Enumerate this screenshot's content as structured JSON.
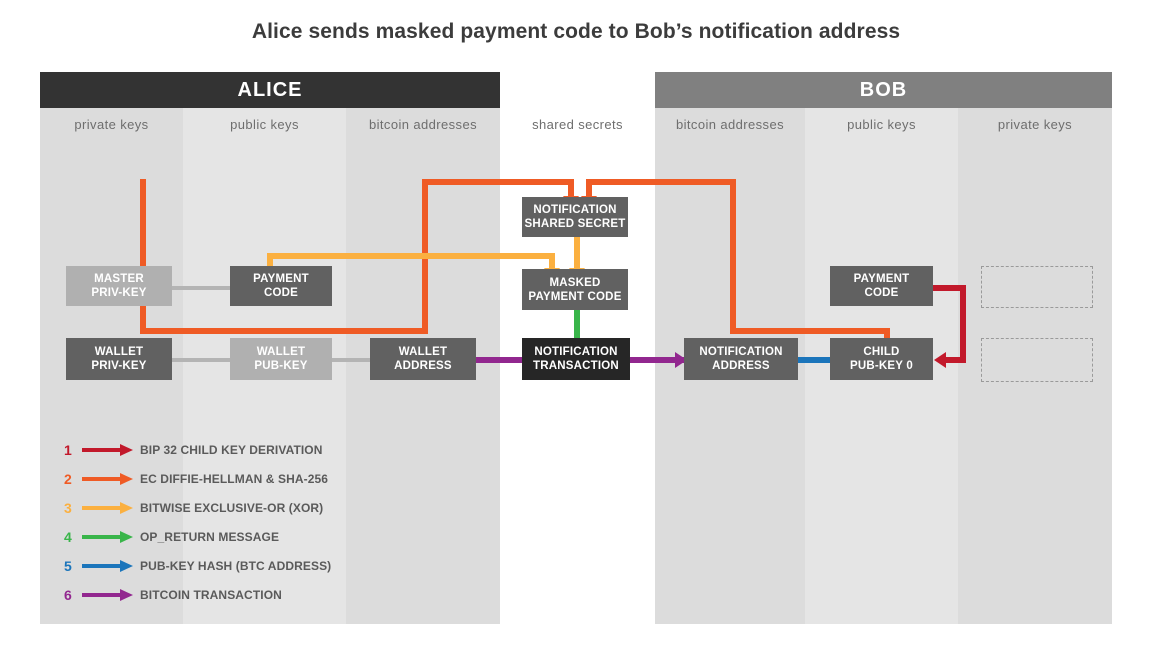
{
  "title": "Alice sends masked payment code to Bob’s notification address",
  "parties": {
    "alice": "ALICE",
    "bob": "BOB"
  },
  "columns": [
    {
      "key": "alice_private",
      "label": "private keys"
    },
    {
      "key": "alice_public",
      "label": "public keys"
    },
    {
      "key": "alice_addresses",
      "label": "bitcoin addresses"
    },
    {
      "key": "shared",
      "label": "shared secrets"
    },
    {
      "key": "bob_addresses",
      "label": "bitcoin addresses"
    },
    {
      "key": "bob_public",
      "label": "public keys"
    },
    {
      "key": "bob_private",
      "label": "private keys"
    }
  ],
  "nodes": [
    {
      "id": "alice-master-priv-key",
      "line1": "MASTER",
      "line2": "PRIV-KEY",
      "style": "pale"
    },
    {
      "id": "alice-payment-code",
      "line1": "PAYMENT",
      "line2": "CODE",
      "style": "mid"
    },
    {
      "id": "notification-shared-secret",
      "line1": "NOTIFICATION",
      "line2": "SHARED SECRET",
      "style": "mid"
    },
    {
      "id": "masked-payment-code",
      "line1": "MASKED",
      "line2": "PAYMENT CODE",
      "style": "mid"
    },
    {
      "id": "bob-payment-code",
      "line1": "PAYMENT",
      "line2": "CODE",
      "style": "mid"
    },
    {
      "id": "alice-wallet-priv-key",
      "line1": "WALLET",
      "line2": "PRIV-KEY",
      "style": "mid"
    },
    {
      "id": "alice-wallet-pub-key",
      "line1": "WALLET",
      "line2": "PUB-KEY",
      "style": "pale"
    },
    {
      "id": "alice-wallet-address",
      "line1": "WALLET",
      "line2": "ADDRESS",
      "style": "mid"
    },
    {
      "id": "notification-transaction",
      "line1": "NOTIFICATION",
      "line2": "TRANSACTION",
      "style": "black"
    },
    {
      "id": "bob-notification-address",
      "line1": "NOTIFICATION",
      "line2": "ADDRESS",
      "style": "mid"
    },
    {
      "id": "bob-child-pub-key-0",
      "line1": "CHILD",
      "line2": "PUB-KEY  0",
      "style": "mid"
    }
  ],
  "legend": [
    {
      "num": "1",
      "label": "BIP 32 CHILD KEY DERIVATION",
      "color": "#c2192b"
    },
    {
      "num": "2",
      "label": "EC DIFFIE-HELLMAN & SHA-256",
      "color": "#ef5b25"
    },
    {
      "num": "3",
      "label": "BITWISE EXCLUSIVE-OR (XOR)",
      "color": "#fbb040"
    },
    {
      "num": "4",
      "label": "OP_RETURN MESSAGE",
      "color": "#39b54a"
    },
    {
      "num": "5",
      "label": "PUB-KEY HASH (BTC ADDRESS)",
      "color": "#1b75bb"
    },
    {
      "num": "6",
      "label": "BITCOIN TRANSACTION",
      "color": "#92278f"
    }
  ],
  "colors": {
    "red": "#c2192b",
    "orange": "#ef5b25",
    "amber": "#fbb040",
    "green": "#39b54a",
    "blue": "#1b75bb",
    "purple": "#92278f",
    "node_mid": "#616161",
    "node_pale": "#b0b0b0",
    "node_black": "#262626",
    "banner_alice": "#333333",
    "banner_bob": "#808080",
    "col_dark": "#dcdcdc",
    "col_light": "#e5e5e5"
  }
}
